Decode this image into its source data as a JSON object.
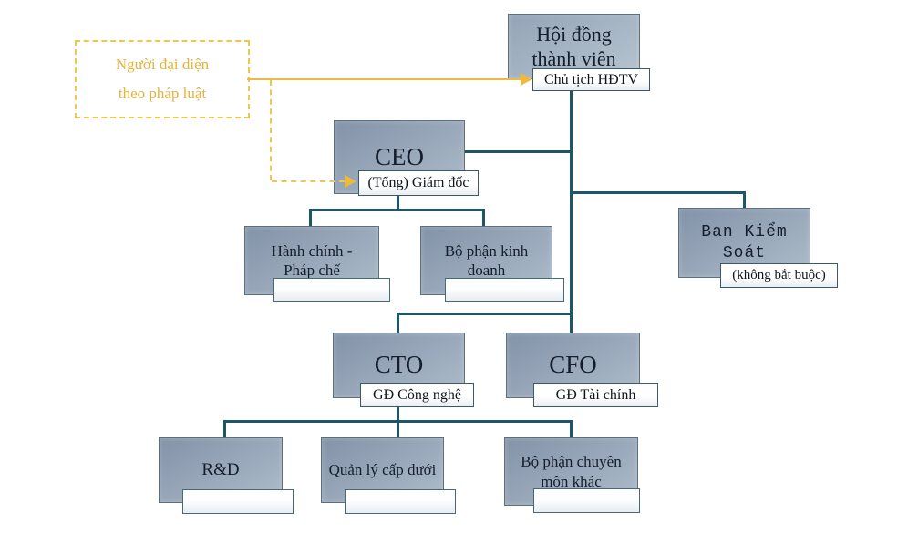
{
  "diagram": {
    "type": "org-chart",
    "nodes": {
      "members_council": {
        "title": "Hội đồng\nthành viên",
        "tag": "Chủ tịch HĐTV"
      },
      "legal_representative": {
        "title": "Người đại diện\ntheo pháp luật"
      },
      "ceo": {
        "title": "CEO",
        "tag": "(Tổng) Giám đốc"
      },
      "admin_legal": {
        "title": "Hành chính -\nPháp chế",
        "tag": ""
      },
      "business_dept": {
        "title": "Bộ phận kinh\ndoanh",
        "tag": ""
      },
      "supervisory_board": {
        "title": "Ban Kiểm\nSoát",
        "tag": "(không bắt buộc)"
      },
      "cto": {
        "title": "CTO",
        "tag": "GĐ Công nghệ"
      },
      "cfo": {
        "title": "CFO",
        "tag": "GĐ Tài chính"
      },
      "rnd": {
        "title": "R&D",
        "tag": ""
      },
      "subordinate_management": {
        "title": "Quản lý cấp dưới",
        "tag": ""
      },
      "other_specialized_dept": {
        "title": "Bộ phận chuyên\nmôn khác",
        "tag": ""
      }
    },
    "colors": {
      "connector": "#1d5668",
      "accent_yellow": "#edba3e",
      "node_fill_top": "#8393a8",
      "node_fill_bottom": "#aebdca",
      "background": "#ffffff"
    }
  }
}
